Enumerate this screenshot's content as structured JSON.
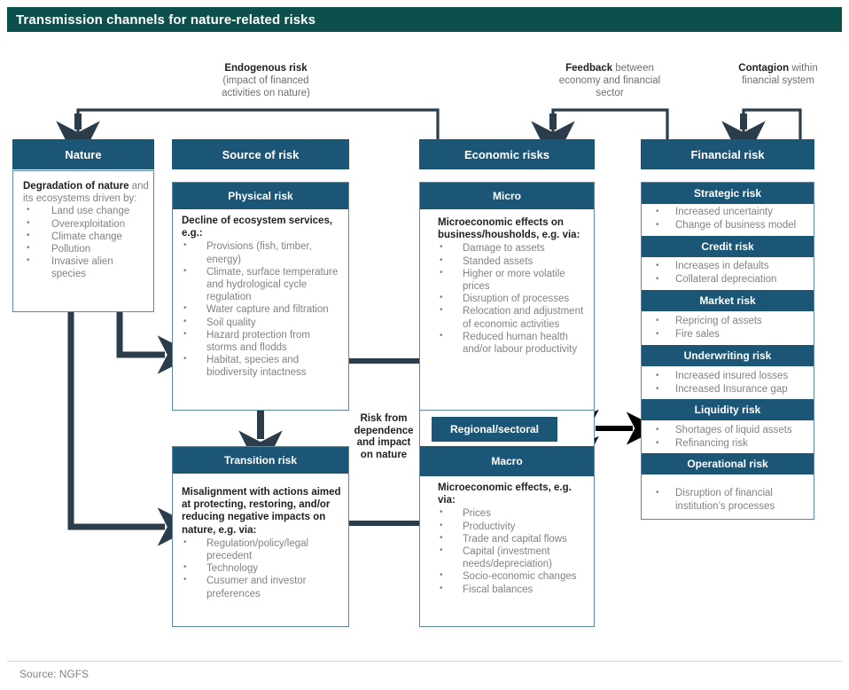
{
  "title": "Transmission channels for nature-related risks",
  "captions": {
    "endogenous": {
      "bold": "Endogenous risk",
      "rest": "(impact of financed activities on nature)"
    },
    "feedback": {
      "bold": "Feedback",
      "rest": " between economy and financial sector"
    },
    "contagion": {
      "bold": "Contagion",
      "rest": " within financial system"
    },
    "risk_from": "Risk from dependence and impact on nature"
  },
  "columns": {
    "nature": {
      "header": "Nature",
      "lead": "Degradation of nature and its ecosystems driven by:",
      "lead_bold": "Degradation of nature",
      "lead_rest": " and its ecosystems driven by:",
      "items": [
        "Land use change",
        "Overexploitation",
        "Climate change",
        "Pollution",
        "Invasive alien species"
      ]
    },
    "source_of_risk": {
      "header": "Source of risk",
      "physical": {
        "header": "Physical risk",
        "lead": "Decline of ecosystem services, e.g.:",
        "items": [
          "Provisions (fish, timber, energy)",
          "Climate, surface temperature and hydrological cycle regulation",
          "Water capture and filtration",
          "Soil quality",
          "Hazard protection from storms and flodds",
          "Habitat, species and biodiversity intactness"
        ]
      },
      "transition": {
        "header": "Transition risk",
        "lead": "Misalignment with actions aimed at protecting, restoring, and/or reducing negative impacts on nature, e.g. via:",
        "items": [
          "Regulation/policy/legal precedent",
          "Technology",
          "Cusumer and investor preferences"
        ]
      }
    },
    "economic": {
      "header": "Economic risks",
      "micro": {
        "header": "Micro",
        "lead": "Microeconomic effects on business/housholds, e.g. via:",
        "items": [
          "Damage to assets",
          "Standed assets",
          "Higher or more volatile prices",
          "Disruption of processes",
          "Relocation and adjustment of economic activities",
          "Reduced human health and/or labour productivity"
        ]
      },
      "regional": {
        "header": "Regional/sectoral"
      },
      "macro": {
        "header": "Macro",
        "lead": "Microeconomic effects, e.g. via:",
        "items": [
          "Prices",
          "Productivity",
          "Trade and capital flows",
          "Capital (investment needs/depreciation)",
          "Socio-economic changes",
          "Fiscal balances"
        ]
      }
    },
    "financial": {
      "header": "Financial risk",
      "groups": [
        {
          "header": "Strategic risk",
          "items": [
            "Increased uncertainty",
            "Change of business model"
          ]
        },
        {
          "header": "Credit risk",
          "items": [
            "Increases in defaults",
            "Collateral depreciation"
          ]
        },
        {
          "header": "Market risk",
          "items": [
            "Repricing of assets",
            "Fire sales"
          ]
        },
        {
          "header": "Underwriting risk",
          "items": [
            "Increased insured losses",
            "Increased Insurance gap"
          ]
        },
        {
          "header": "Liquidity risk",
          "items": [
            "Shortages of liquid assets",
            "Refinancing risk"
          ]
        },
        {
          "header": "Operational risk",
          "items": [
            "Disruption of financial institution’s processes"
          ]
        }
      ]
    }
  },
  "footer": {
    "source": "Source: NGFS"
  },
  "colors": {
    "title_bar": "#0d4f4a",
    "header_bar": "#1b5676",
    "box_border": "#5b86a6",
    "arrow": "#2b3d4a",
    "body_text": "#808285",
    "lead_text": "#231f20"
  }
}
